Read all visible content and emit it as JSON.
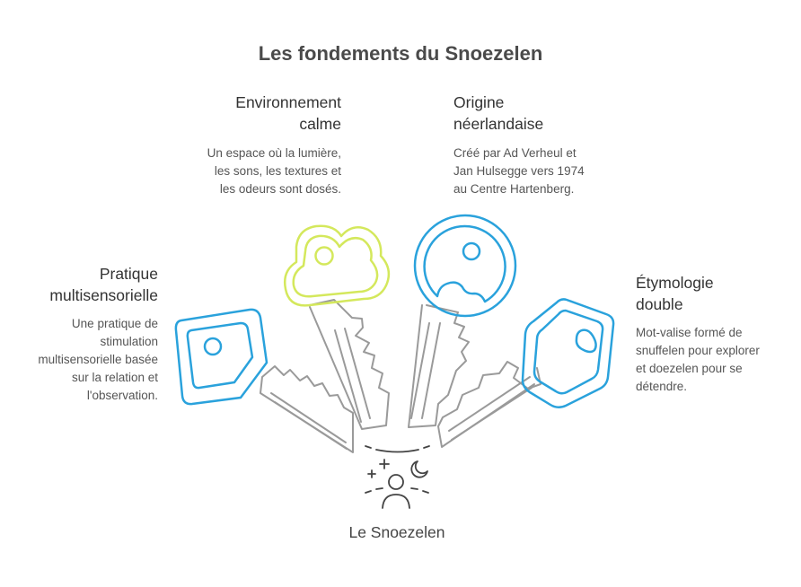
{
  "title": "Les fondements du Snoezelen",
  "center_label": "Le Snoezelen",
  "items": [
    {
      "heading_1": "Pratique",
      "heading_2": "multisensorielle",
      "desc": [
        "Une pratique de",
        "stimulation",
        "multisensorielle basée",
        "sur la relation et",
        "l'observation."
      ]
    },
    {
      "heading_1": "Environnement",
      "heading_2": "calme",
      "desc": [
        "Un espace où la lumière,",
        "les sons, les textures et",
        "les odeurs sont dosés."
      ]
    },
    {
      "heading_1": "Origine",
      "heading_2": "néerlandaise",
      "desc": [
        "Créé par Ad Verheul et",
        "Jan Hulsegge vers 1974",
        "au Centre Hartenberg."
      ]
    },
    {
      "heading_1": "Étymologie",
      "heading_2": "double",
      "desc": [
        "Mot-valise formé de",
        "snuffelen pour explorer",
        "et doezelen pour se",
        "détendre."
      ]
    }
  ],
  "colors": {
    "blue": "#2aa2dc",
    "lime": "#d4e85c",
    "gray": "#9a9a9a"
  },
  "icons": [
    "key-icon",
    "sparkle-icon",
    "moon-icon",
    "person-icon"
  ]
}
